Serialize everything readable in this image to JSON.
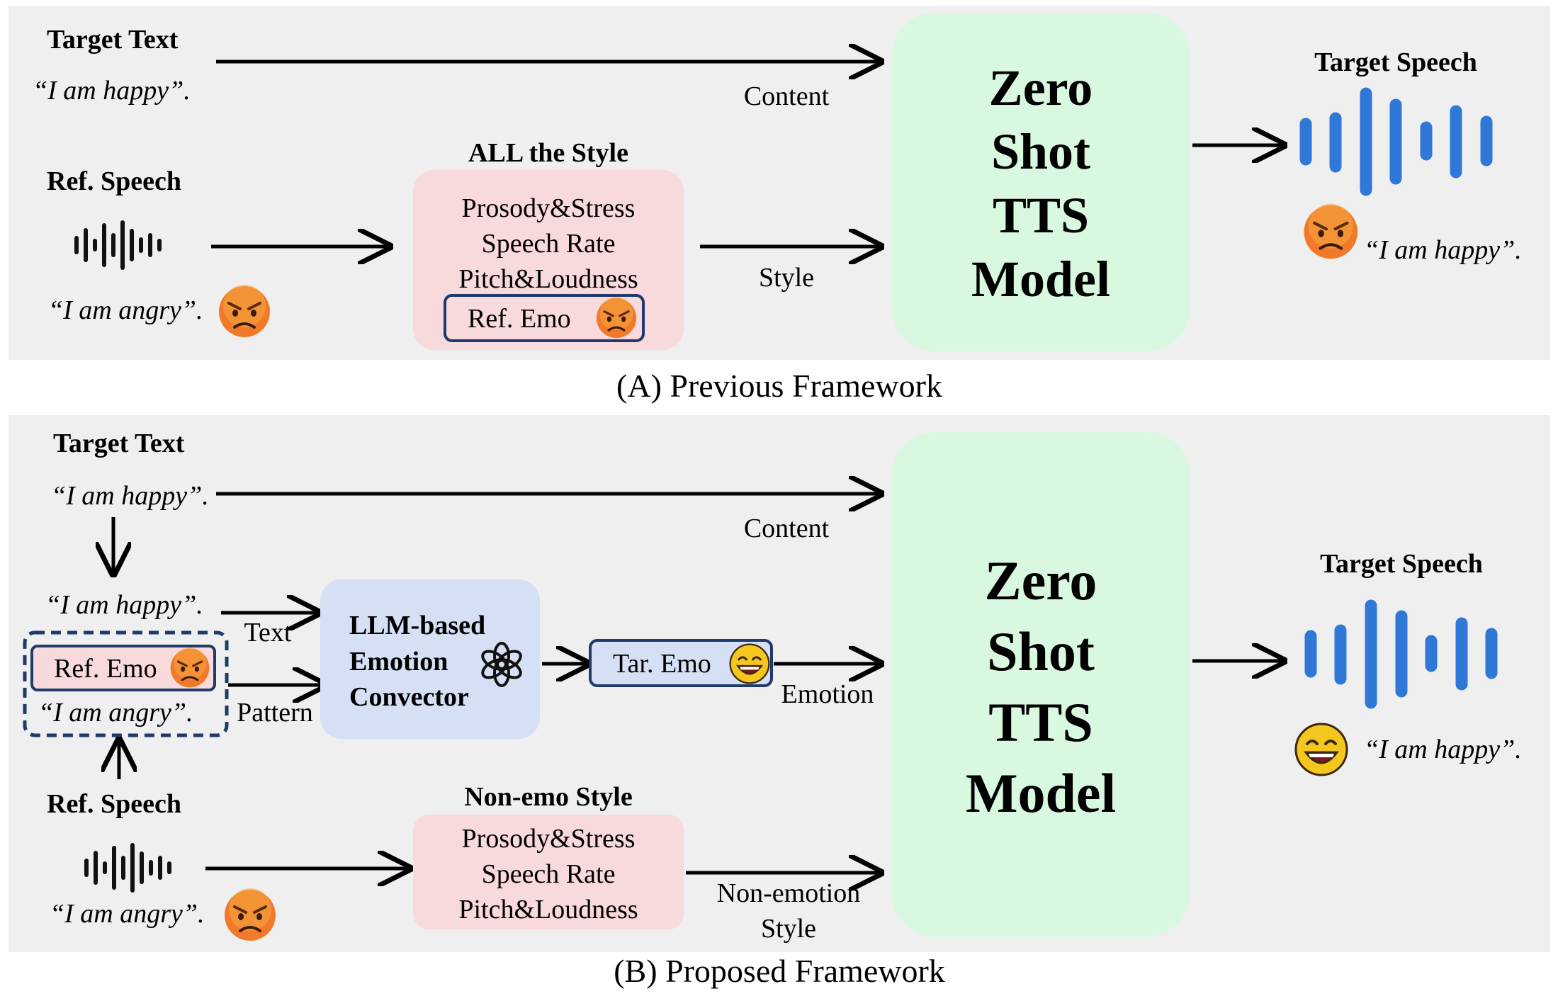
{
  "panel_a": {
    "caption": "(A) Previous Framework",
    "target_text_label": "Target Text",
    "target_text_quote": "“I am happy”.",
    "content_label": "Content",
    "ref_speech_label": "Ref. Speech",
    "ref_speech_quote": "“I am angry”.",
    "style_box": {
      "title": "ALL the Style",
      "lines": [
        "Prosody&Stress",
        "Speech Rate",
        "Pitch&Loudness"
      ],
      "ref_emo": "Ref. Emo"
    },
    "style_label": "Style",
    "tts_lines": [
      "Zero",
      "Shot",
      "TTS",
      "Model"
    ],
    "target_speech_label": "Target Speech",
    "output_quote": "“I am happy”."
  },
  "panel_b": {
    "caption": "(B) Proposed Framework",
    "target_text_label": "Target Text",
    "target_text_quote": "“I am happy”.",
    "content_label": "Content",
    "text_quote_2": "“I am happy”.",
    "text_arrow_label": "Text",
    "ref_emo": "Ref. Emo",
    "angry_quote_inner": "“I am angry”.",
    "pattern_label": "Pattern",
    "llm_lines": [
      "LLM-based",
      "Emotion",
      "Convector"
    ],
    "tar_emo": "Tar. Emo",
    "emotion_label": "Emotion",
    "ref_speech_label": "Ref. Speech",
    "ref_speech_quote": "“I am angry”.",
    "non_emo_box": {
      "title": "Non-emo Style",
      "lines": [
        "Prosody&Stress",
        "Speech Rate",
        "Pitch&Loudness"
      ]
    },
    "non_emotion_label_1": "Non-emotion",
    "non_emotion_label_2": "Style",
    "tts_lines": [
      "Zero",
      "Shot",
      "TTS",
      "Model"
    ],
    "target_speech_label": "Target Speech",
    "output_quote": "“I am happy”."
  },
  "colors": {
    "panel_bg": "#efefef",
    "tts_box": "#d9f8e0",
    "style_box": "#f8d9dc",
    "llm_box": "#d5e0f5",
    "emo_border": "#1f3a6b",
    "waveform_blue": "#2f78d8",
    "emoji_angry": "#f07a2a",
    "emoji_happy": "#f5c61e"
  },
  "icons": [
    "waveform-icon",
    "angry-emoji-icon",
    "happy-emoji-icon",
    "openai-logo-icon"
  ]
}
